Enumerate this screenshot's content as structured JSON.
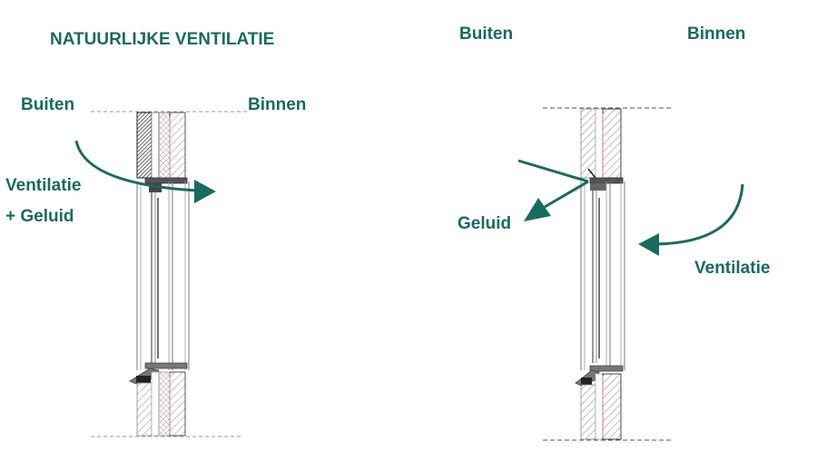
{
  "title": "NATUURLIJKE VENTILATIE",
  "left_diagram": {
    "outside_label": "Buiten",
    "inside_label": "Binnen",
    "ventilation_label": "Ventilatie",
    "sound_label": "+ Geluid"
  },
  "right_diagram": {
    "outside_label": "Buiten",
    "inside_label": "Binnen",
    "sound_label": "Geluid",
    "ventilation_label": "Ventilatie"
  },
  "colors": {
    "accent": "#196b5e",
    "line": "#555555",
    "dashed": "#9a9a9a",
    "brick": "#c98080",
    "dark": "#333333"
  }
}
